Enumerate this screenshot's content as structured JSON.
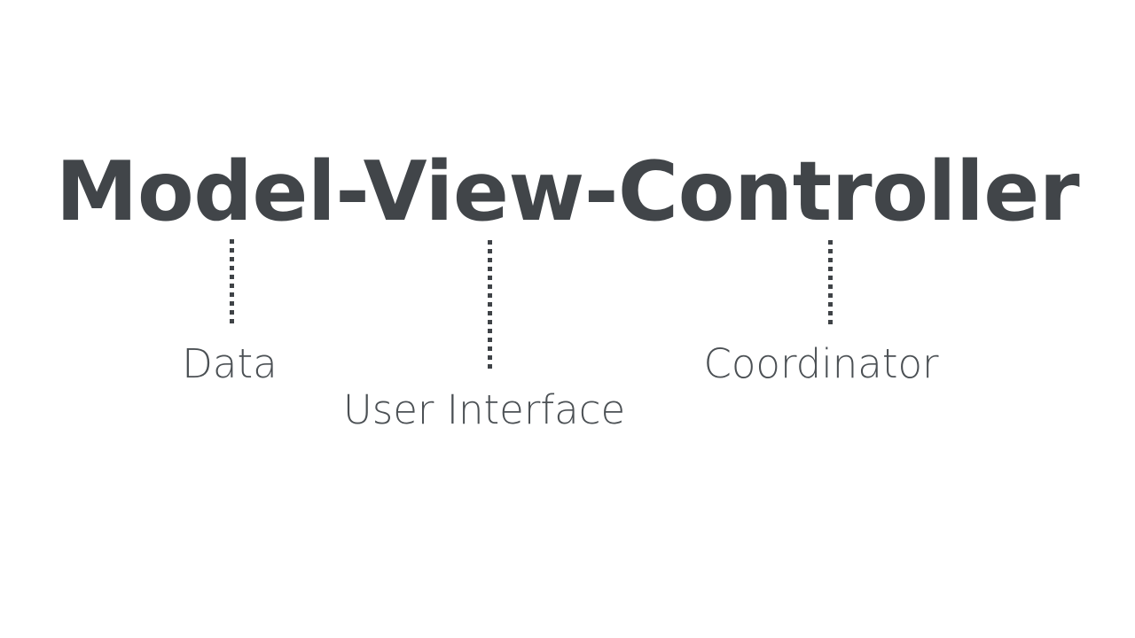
{
  "slide": {
    "background_color": "#ffffff",
    "title": "Model-View-Controller",
    "title_color": "#414549",
    "caption_color": "#4b5054",
    "connector_color": "#3f4347",
    "components": [
      {
        "term": "Model",
        "caption": "Data",
        "connector": "dotted-vertical-line"
      },
      {
        "term": "View",
        "caption": "User Interface",
        "connector": "dotted-vertical-line"
      },
      {
        "term": "Controller",
        "caption": "Coordinator",
        "connector": "dotted-vertical-line"
      }
    ]
  }
}
